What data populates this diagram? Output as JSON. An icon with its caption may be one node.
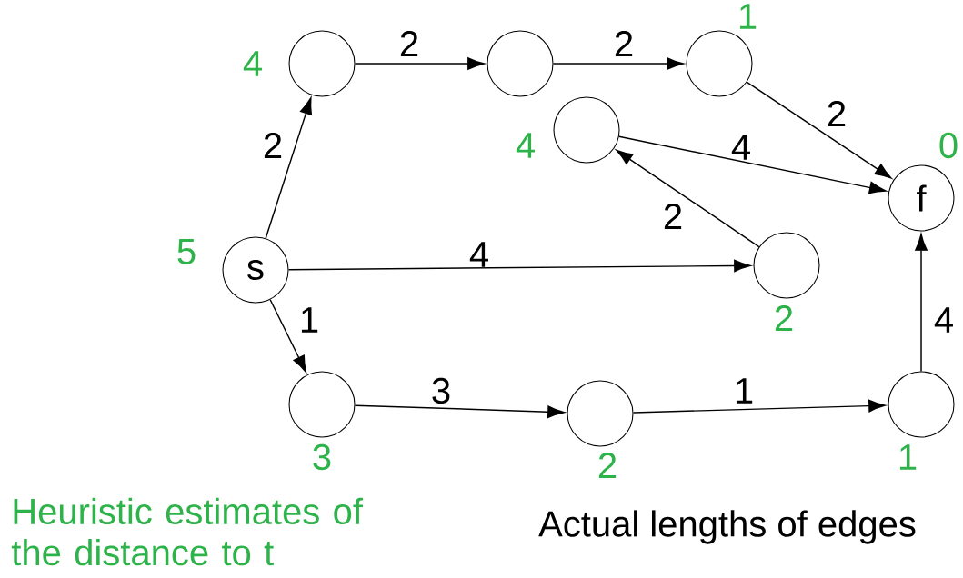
{
  "diagram": {
    "nodes": [
      {
        "text": [
          "s"
        ],
        "beside": [
          "5"
        ]
      },
      {
        "text": [],
        "shape": "circle",
        "beside": [
          "4"
        ]
      },
      {
        "text": [],
        "shape": "circle"
      },
      {
        "text": [],
        "shape": "circle",
        "beside": [
          "1"
        ]
      },
      {
        "text": [],
        "shape": "circle",
        "beside": [
          "4"
        ]
      },
      {
        "text": [
          "f"
        ],
        "beside": [
          "0"
        ]
      },
      {
        "text": [],
        "shape": "circle",
        "beside": [
          "2"
        ]
      },
      {
        "text": [],
        "shape": "circle",
        "beside": [
          "3"
        ]
      },
      {
        "text": [],
        "shape": "circle",
        "beside": [
          "2"
        ]
      },
      {
        "text": [],
        "shape": "circle",
        "beside": [
          "1"
        ]
      }
    ],
    "edges": [
      {
        "from": 0,
        "to": 1,
        "arrow": "to",
        "label": "2"
      },
      {
        "from": 1,
        "to": 2,
        "arrow": "to",
        "label": "2"
      },
      {
        "from": 2,
        "to": 3,
        "arrow": "to",
        "label": "2"
      },
      {
        "from": 3,
        "to": 5,
        "arrow": "to",
        "label": "2"
      },
      {
        "from": 4,
        "to": 5,
        "arrow": "to",
        "label": "4"
      },
      {
        "from": 6,
        "to": 4,
        "arrow": "to",
        "label": "2"
      },
      {
        "from": 0,
        "to": 6,
        "arrow": "to",
        "label": "4"
      },
      {
        "from": 0,
        "to": 7,
        "arrow": "to",
        "label": "1"
      },
      {
        "from": 7,
        "to": 8,
        "arrow": "to",
        "label": "3"
      },
      {
        "from": 8,
        "to": 9,
        "arrow": "to",
        "label": "1"
      },
      {
        "from": 9,
        "to": 5,
        "arrow": "to",
        "label": "4"
      }
    ],
    "labels": [
      "Heuristic estimates of the distance to t",
      "Actual lengths of edges"
    ]
  }
}
